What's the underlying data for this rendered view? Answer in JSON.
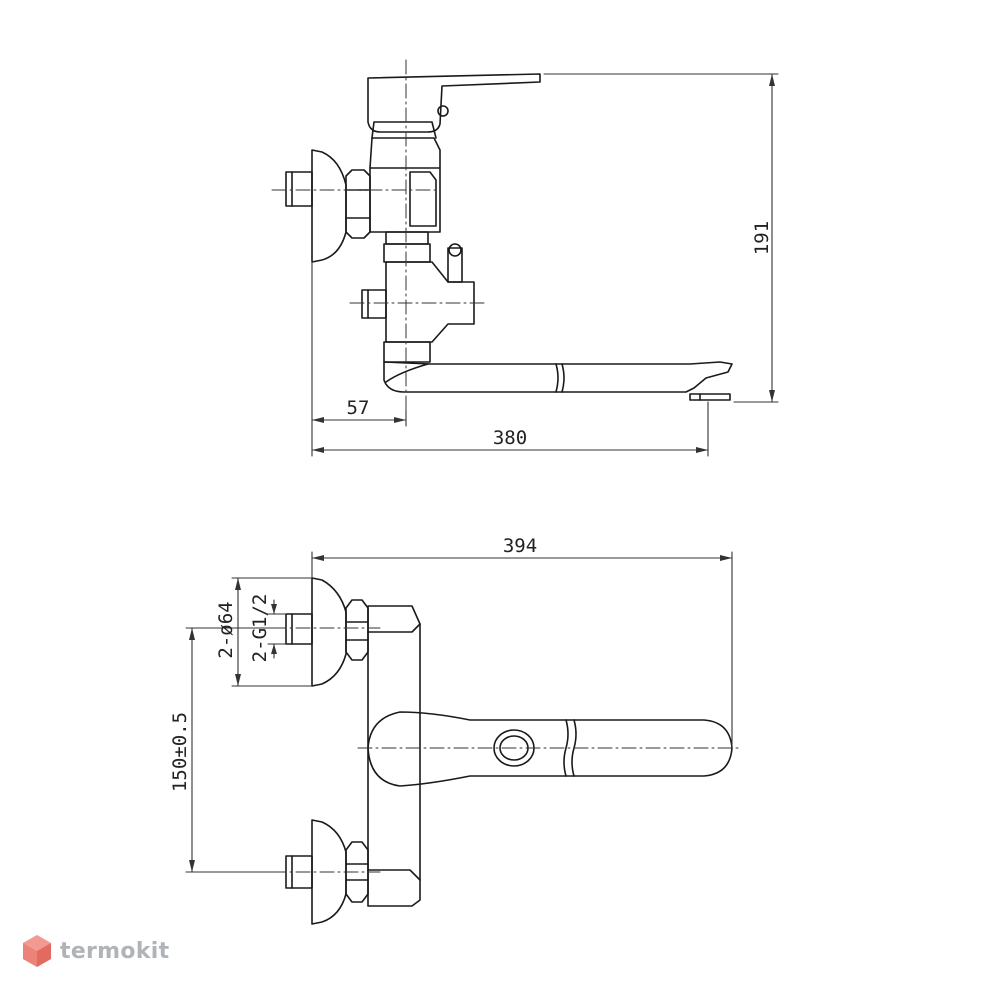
{
  "dimensions": {
    "top_height": "191",
    "wall_to_axis": "57",
    "spout_reach": "380",
    "total_length": "394",
    "flange_diameter": "2-ø64",
    "thread": "2-G1/2",
    "inlet_spacing": "150±0.5"
  },
  "logo": {
    "text": "termokit",
    "icon": "hexagon-cube-icon",
    "color": "#b0b3b8"
  },
  "colors": {
    "line": "#1a1a1a",
    "dim_line": "#333333"
  }
}
